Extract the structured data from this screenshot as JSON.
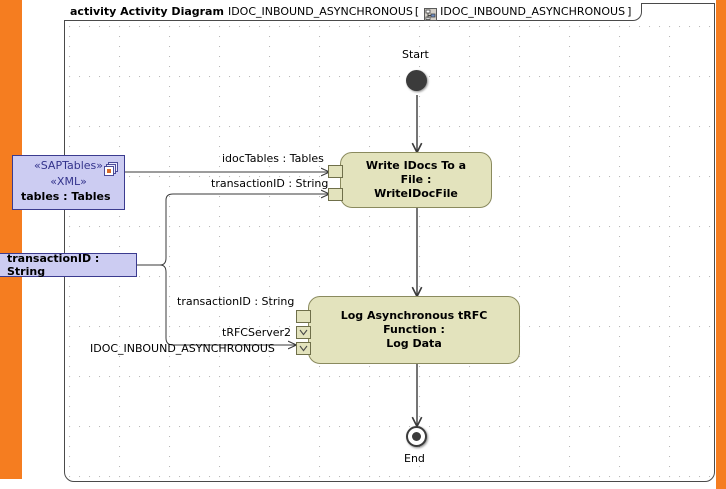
{
  "window": {
    "background_color": "#f57d20",
    "canvas_color": "#ffffff"
  },
  "frame": {
    "keyword": "activity Activity Diagram",
    "name": "IDOC_INBOUND_ASYNCHRONOUS",
    "bracket_open": "[",
    "bracket_close": "]",
    "icon": "activity-tree-icon",
    "param_name": "IDOC_INBOUND_ASYNCHRONOUS"
  },
  "diagram": {
    "type": "uml-activity-diagram",
    "initial_node": {
      "label": "Start"
    },
    "final_node": {
      "label": "End"
    },
    "activities": [
      {
        "id": "write-idocs",
        "line1": "Write IDocs To a File :",
        "line2": "WriteIDocFile",
        "fill_color": "#e3e3bd",
        "border_color": "#8a8a5e",
        "pins": [
          {
            "name": "idocTables-pin",
            "glyph": ""
          },
          {
            "name": "transactionid-pin",
            "glyph": ""
          }
        ]
      },
      {
        "id": "log-asynchronous",
        "line1": "Log Asynchronous tRFC Function :",
        "line2": "Log Data",
        "fill_color": "#e3e3bd",
        "border_color": "#8a8a5e",
        "pins": [
          {
            "name": "transactionid-pin",
            "glyph": ""
          },
          {
            "name": "trfcserver2-pin",
            "glyph": "V"
          },
          {
            "name": "idoc-inbound-pin",
            "glyph": "V"
          }
        ]
      }
    ],
    "object_nodes": [
      {
        "id": "sap-tables",
        "stereotype1": "«SAPTables»",
        "stereotype2": "«XML»",
        "name": "tables : Tables",
        "icon": "copies-icon",
        "fill_color": "#ccccf2",
        "border_color": "#3b3b8f"
      },
      {
        "id": "transaction-id",
        "name": "transactionID : String",
        "fill_color": "#ccccf2",
        "border_color": "#3b3b8f"
      }
    ],
    "edge_labels": [
      {
        "id": "e1",
        "text": "idocTables : Tables"
      },
      {
        "id": "e2",
        "text": "transactionID : String"
      },
      {
        "id": "e3",
        "text": "transactionID : String"
      }
    ],
    "pin_labels": [
      {
        "id": "p1",
        "text": "tRFCServer2"
      },
      {
        "id": "p2",
        "text": "IDOC_INBOUND_ASYNCHRONOUS"
      }
    ]
  }
}
